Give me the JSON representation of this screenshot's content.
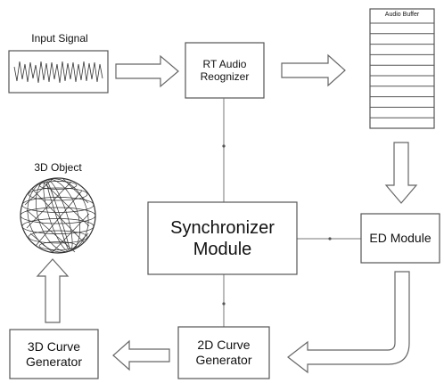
{
  "input_signal": {
    "label": "Input Signal"
  },
  "rt_audio": {
    "line1": "RT Audio",
    "line2": "Reognizer"
  },
  "audio_buffer": {
    "label": "Audio Buffer",
    "rows": 10
  },
  "object_3d": {
    "label": "3D Object"
  },
  "synchronizer": {
    "line1": "Synchronizer",
    "line2": "Module"
  },
  "ed_module": {
    "label": "ED Module"
  },
  "curve_2d": {
    "line1": "2D Curve",
    "line2": "Generator"
  },
  "curve_3d": {
    "line1": "3D Curve",
    "line2": "Generator"
  },
  "colors": {
    "stroke": "#555555",
    "text": "#111111",
    "arrow_fill": "#ffffff"
  }
}
